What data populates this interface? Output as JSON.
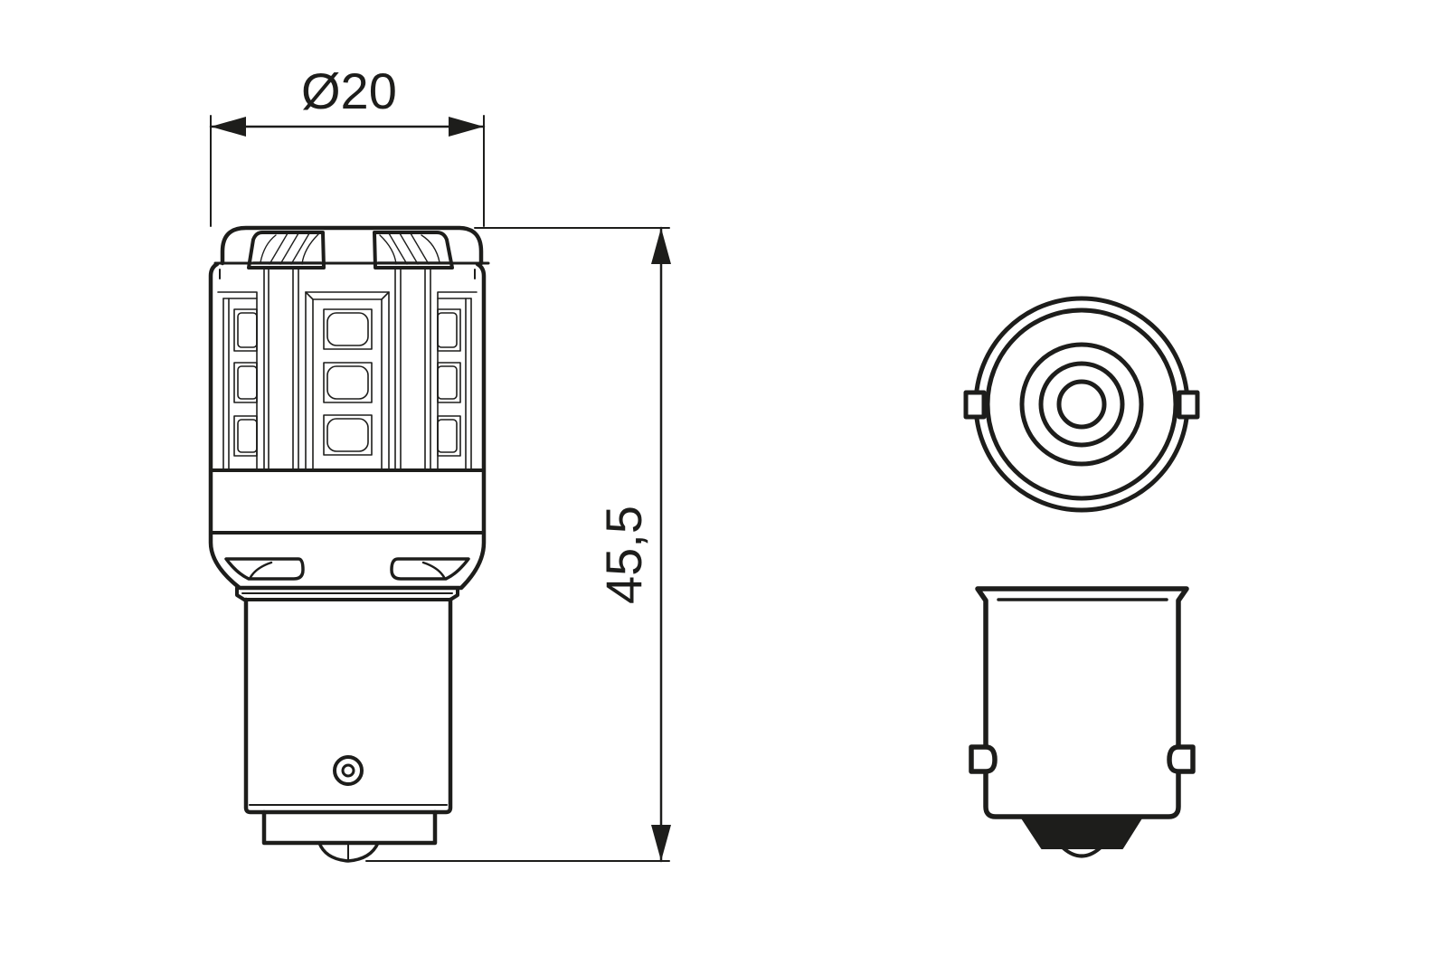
{
  "drawing": {
    "title": "LED bulb technical drawing (BA15 / BAY15 type)",
    "line_color": "#1d1d1b",
    "background": "#ffffff",
    "views": [
      {
        "name": "side-view",
        "description": "LED bulb side elevation"
      },
      {
        "name": "bottom-view",
        "description": "Base seen from the bottom"
      },
      {
        "name": "base-side-view",
        "description": "Bayonet base side elevation"
      }
    ],
    "dimensions": {
      "diameter": {
        "label": "Ø20",
        "value": 20,
        "unit": "mm"
      },
      "height": {
        "label": "45,5",
        "value": 45.5,
        "unit": "mm"
      }
    }
  }
}
